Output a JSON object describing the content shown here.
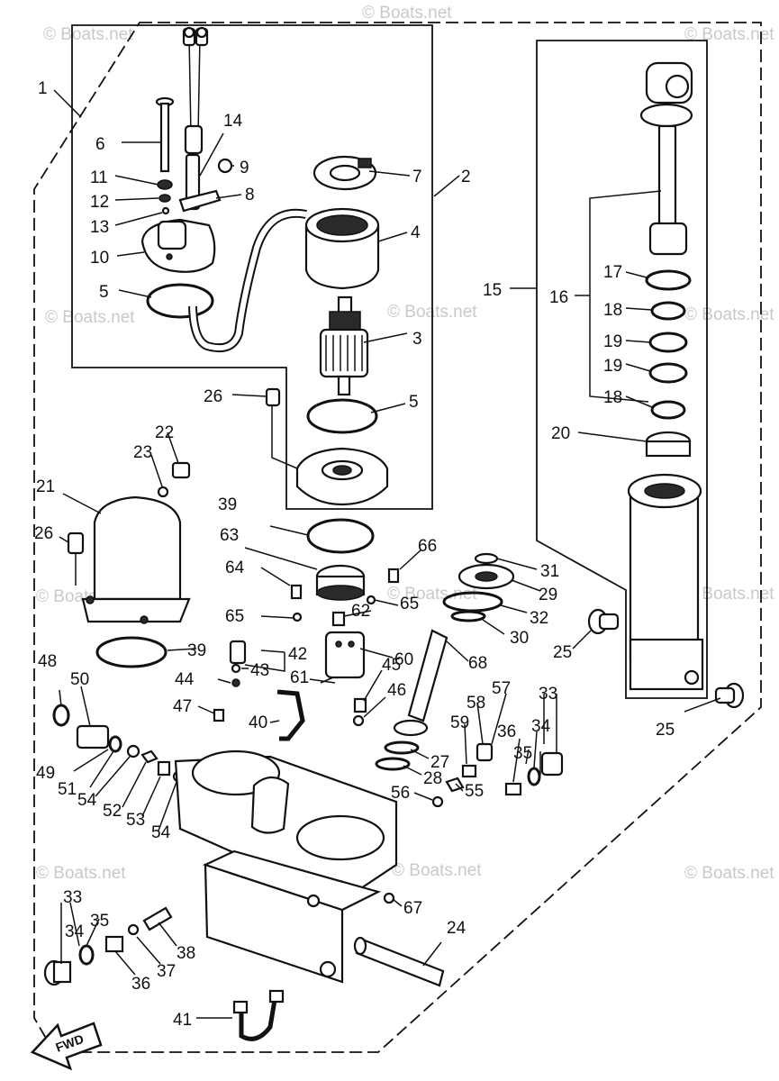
{
  "watermark": "© Boats.net",
  "fwd_label": "FWD",
  "callouts": {
    "c1": "1",
    "c2": "2",
    "c3": "3",
    "c4": "4",
    "c5a": "5",
    "c5b": "5",
    "c6": "6",
    "c7": "7",
    "c8": "8",
    "c9": "9",
    "c10": "10",
    "c11": "11",
    "c12": "12",
    "c13": "13",
    "c14": "14",
    "c15": "15",
    "c16": "16",
    "c17": "17",
    "c18a": "18",
    "c18b": "18",
    "c19a": "19",
    "c19b": "19",
    "c20": "20",
    "c21": "21",
    "c22": "22",
    "c23": "23",
    "c24": "24",
    "c25a": "25",
    "c25b": "25",
    "c26a": "26",
    "c26b": "26",
    "c27": "27",
    "c28": "28",
    "c29": "29",
    "c30": "30",
    "c31": "31",
    "c32": "32",
    "c33a": "33",
    "c33b": "33",
    "c34a": "34",
    "c34b": "34",
    "c35a": "35",
    "c35b": "35",
    "c36a": "36",
    "c36b": "36",
    "c37": "37",
    "c38": "38",
    "c39a": "39",
    "c39b": "39",
    "c40": "40",
    "c41": "41",
    "c42": "42",
    "c43": "43",
    "c44": "44",
    "c45": "45",
    "c46": "46",
    "c47": "47",
    "c48": "48",
    "c49": "49",
    "c50": "50",
    "c51": "51",
    "c52": "52",
    "c53": "53",
    "c54a": "54",
    "c54b": "54",
    "c55": "55",
    "c56": "56",
    "c57": "57",
    "c58": "58",
    "c59": "59",
    "c60": "60",
    "c61": "61",
    "c62": "62",
    "c63": "63",
    "c64": "64",
    "c65a": "65",
    "c65b": "65",
    "c66": "66",
    "c67": "67",
    "c68": "68"
  }
}
